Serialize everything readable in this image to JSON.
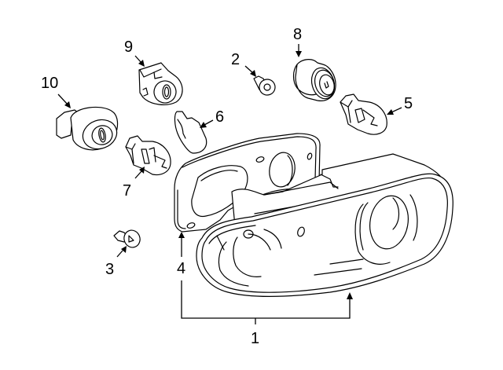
{
  "diagram": {
    "type": "exploded-parts-diagram",
    "subject": "headlamp assembly",
    "background": "#ffffff",
    "line_color": "#000000",
    "callouts": [
      {
        "id": "1",
        "label": "1",
        "part": "headlamp-assembly"
      },
      {
        "id": "2",
        "label": "2",
        "part": "nut"
      },
      {
        "id": "3",
        "label": "3",
        "part": "push-pin-retainer"
      },
      {
        "id": "4",
        "label": "4",
        "part": "mounting-bracket-gasket"
      },
      {
        "id": "5",
        "label": "5",
        "part": "wedge-bulb"
      },
      {
        "id": "6",
        "label": "6",
        "part": "bulb"
      },
      {
        "id": "7",
        "label": "7",
        "part": "wedge-bulb"
      },
      {
        "id": "8",
        "label": "8",
        "part": "bulb-socket"
      },
      {
        "id": "9",
        "label": "9",
        "part": "bulb-socket"
      },
      {
        "id": "10",
        "label": "10",
        "part": "bulb-socket"
      }
    ]
  }
}
